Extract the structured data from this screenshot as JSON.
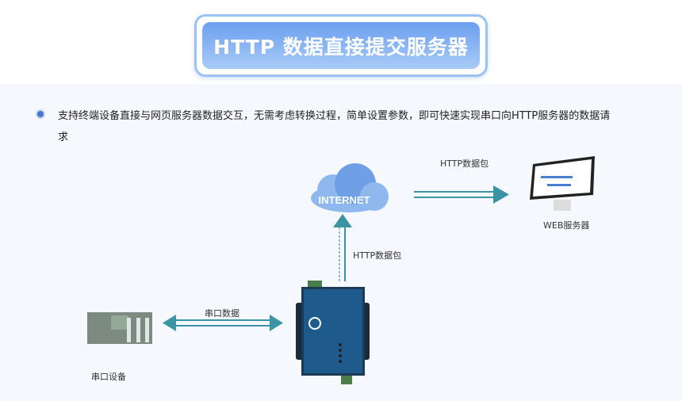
{
  "title": "HTTP 数据直接提交服务器",
  "description": "支持终端设备直接与网页服务器数据交互，无需考虑转换过程，简单设置参数，即可快速实现串口向HTTP服务器的数据请求",
  "diagram": {
    "cloud_label": "INTERNET",
    "http_packet_top": "HTTP数据包",
    "http_packet_vertical": "HTTP数据包",
    "web_server_label": "WEB服务器",
    "serial_data_label": "串口数据",
    "serial_device_label": "串口设备"
  },
  "colors": {
    "arrow": "#3b94a4",
    "title_bg": "#6b9ff0",
    "device": "#1e5b8c"
  }
}
